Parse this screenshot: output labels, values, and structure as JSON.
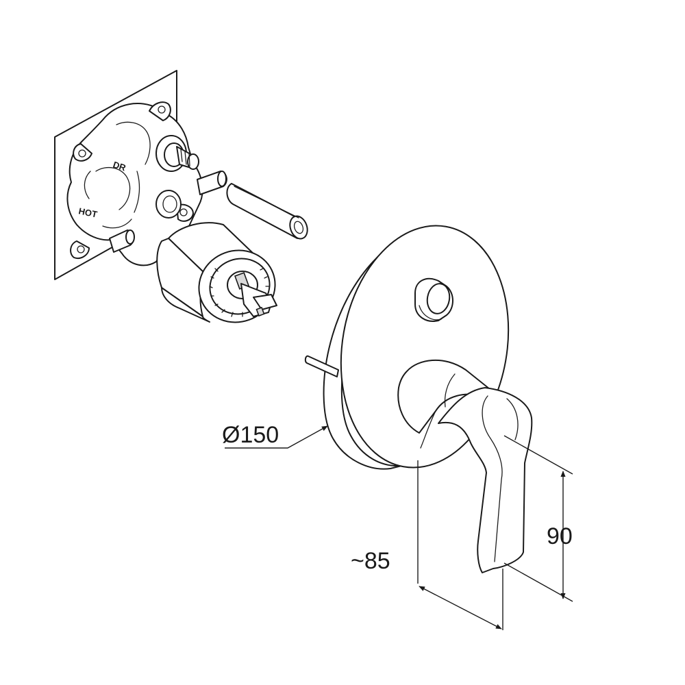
{
  "dimensions": {
    "plate_diameter": "Ø150",
    "projection_depth": "~85",
    "lever_height": "90"
  },
  "body_markings": {
    "diverter": "DR",
    "hot": "HOT"
  },
  "colors": {
    "line": "#1a1a1a",
    "background": "#ffffff"
  }
}
